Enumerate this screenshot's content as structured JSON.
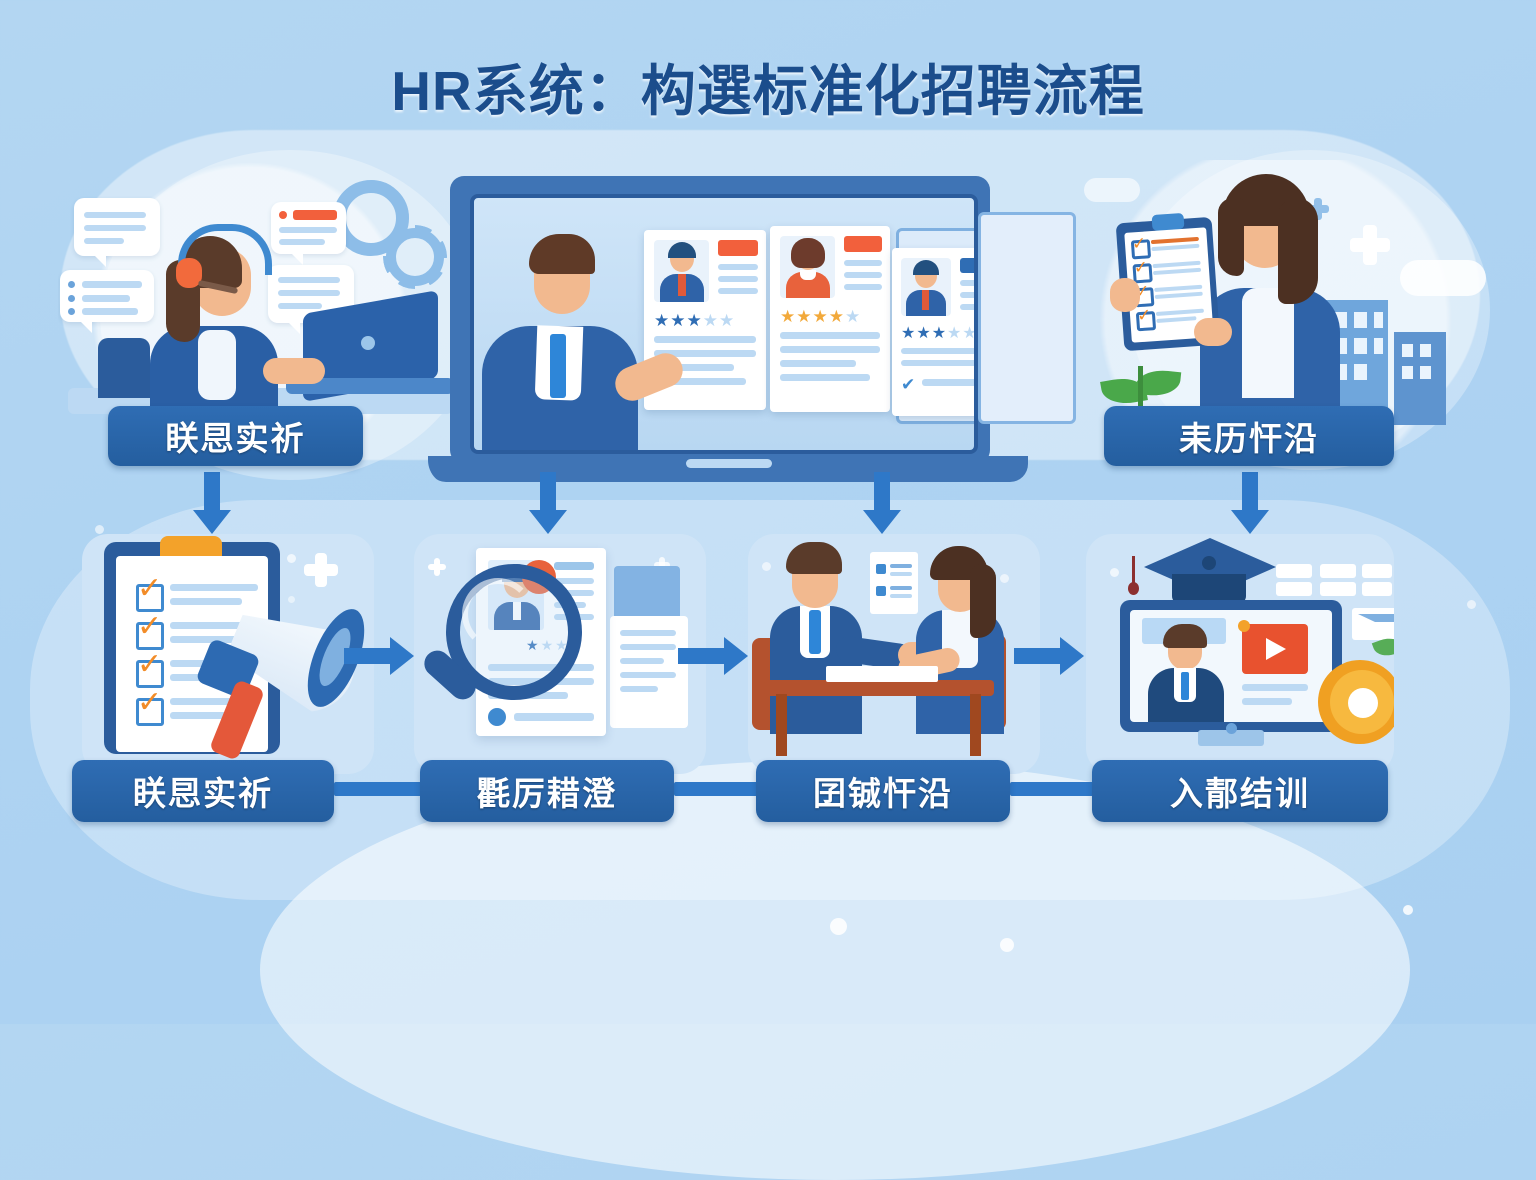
{
  "header": {
    "title": "HR系统：构選标准化招聘流程"
  },
  "top_row": [
    {
      "id": "consult",
      "label": "眹㤙实祈",
      "scene_name": "hr-consultant-headset-laptop",
      "elements": [
        "chat-bubble",
        "chat-bubble",
        "chat-bubble",
        "chat-bubble",
        "gear-icon",
        "gear-icon",
        "laptop",
        "headset-agent"
      ]
    },
    {
      "id": "screening-platform",
      "label": "",
      "scene_name": "recruiter-laptop-candidate-cards",
      "candidate_cards": [
        {
          "avatar": "male-blue-suit",
          "badge_color": "#f2603c",
          "stars_filled": 3,
          "stars_total": 5
        },
        {
          "avatar": "female-orange-top",
          "badge_color": "#f2603c",
          "stars_filled": 4,
          "stars_total": 5
        },
        {
          "avatar": "male-blue-suit",
          "badge_color": "#2f6db4",
          "stars_filled": 3,
          "stars_total": 5
        }
      ]
    },
    {
      "id": "offer-eval",
      "label": "耒历忓沿",
      "scene_name": "hr-woman-clipboard-checklist",
      "checklist_items": 4,
      "elements": [
        "clipboard",
        "city-buildings",
        "plant",
        "cloud",
        "plus-icon"
      ]
    }
  ],
  "bottom_row": [
    {
      "id": "publish",
      "label": "眹㤙实祈",
      "scene_name": "job-posting-megaphone-checklist",
      "checklist_items": 4,
      "elements": [
        "clipboard-icon",
        "megaphone-icon",
        "plus-icon"
      ]
    },
    {
      "id": "resume-screen",
      "label": "氍厉耤澄",
      "scene_name": "resume-screening-magnifier",
      "elements": [
        "magnifier-icon",
        "resume-document",
        "stack-documents",
        "star-rating"
      ]
    },
    {
      "id": "interview",
      "label": "囝铖忓沿",
      "scene_name": "interview-two-people-table",
      "elements": [
        "interviewer",
        "candidate",
        "desk",
        "chair",
        "note-document"
      ]
    },
    {
      "id": "onboard-training",
      "label": "入郬结训",
      "scene_name": "onboarding-online-training",
      "elements": [
        "graduation-cap-icon",
        "monitor",
        "video-play-icon",
        "coin-icon",
        "mail-icon"
      ]
    }
  ],
  "arrows": {
    "down": [
      "consult-to-publish",
      "platform-to-resume",
      "platform-to-interview",
      "eval-to-training"
    ],
    "right": [
      "publish-to-resume",
      "resume-to-interview",
      "interview-to-training"
    ]
  },
  "colors": {
    "background": "#aed3f2",
    "brand_blue": "#2f6db4",
    "deep_blue": "#1b4d8c",
    "arrow_blue": "#2e78c8",
    "accent_orange": "#f2603c",
    "accent_gold": "#f5a623",
    "check_orange": "#f28c28",
    "white": "#ffffff"
  }
}
